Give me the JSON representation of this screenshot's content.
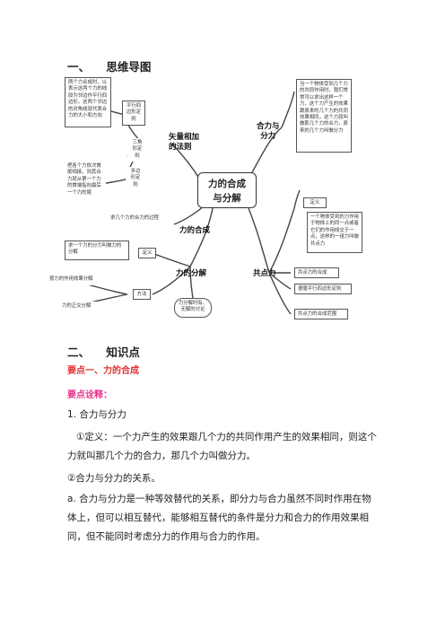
{
  "section1": {
    "num": "一、",
    "title": "思维导图"
  },
  "mindmap": {
    "center_line1": "力的合成",
    "center_line2": "与分解",
    "vector": {
      "title_line1": "矢量相加",
      "title_line2": "的法则",
      "parallelogram": "平行四边形定则",
      "triangle": "三角形定则",
      "polygon": "多边形定则",
      "parallelogram_note": "两个力合成时，以表示这两个力的线段为邻边作平行四边形，这两个邻边的对角线就代表合力的大小和方向",
      "polygon_note": "把各个力依次首尾相接，则其合力就从第一个力的首端指向最后一个力的尾"
    },
    "resultant": {
      "title_line1": "合力与",
      "title_line2": "分力",
      "note": "当一个物体受到几个力的共同作用时，我们常常可以求出这样一个力，这个力产生的效果跟原来的几个力的共同效果相同，这个力就叫做那几个力的合力，原来的几个力叫做分力"
    },
    "composition": {
      "title": "力的合成",
      "note": "求几个力的合力的过程"
    },
    "concurrent": {
      "title": "共点力",
      "definition": "定义",
      "definition_note": "一个物体受到的力作用于物体上的同一点或者它们的作用线交于一点，这样的一组力叫做共点力",
      "item1": "共点力的合成",
      "item2": "遵循平行四边形定则",
      "item3": "共点力的合成范围"
    },
    "decomposition": {
      "title": "力的分解",
      "definition": "定义",
      "definition_note": "求一个力的分力叫做力的分解",
      "method": "方法",
      "method1": "按力的作用效果分解",
      "method2": "力的正交分解",
      "note": "力分解时有、无解的讨论"
    }
  },
  "section2": {
    "num": "二、",
    "title": "知识点"
  },
  "point1": "要点一、力的合成",
  "explain": "要点诠释：",
  "item1": "1. 合力与分力",
  "definition_text": "①定义：一个力产生的效果跟几个力的共同作用产生的效果相同，则这个力就叫那几个力的合力，那几个力叫做分力。",
  "relation_text": "②合力与分力的关系。",
  "a_text": "a. 合力与分力是一种等效替代的关系，即分力与合力虽然不同时作用在物体上，但可以相互替代，能够相互替代的条件是分力和合力的作用效果相同，但不能同时考虑分力的作用与合力的作用。"
}
